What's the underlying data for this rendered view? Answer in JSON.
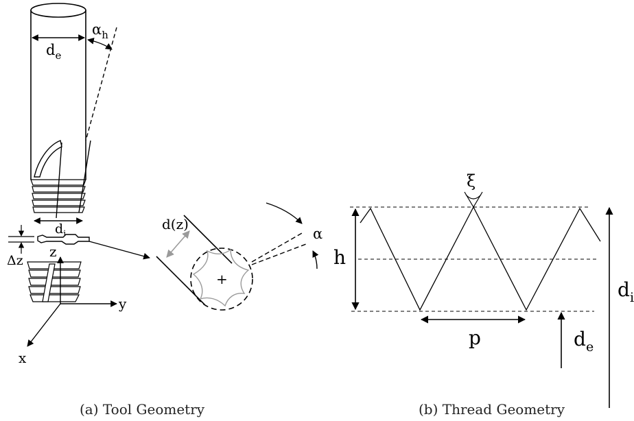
{
  "panels": {
    "a": {
      "caption": "(a) Tool Geometry",
      "labels": {
        "alpha_h": "α",
        "alpha_h_sub": "h",
        "d_e": "d",
        "d_e_sub": "e",
        "d_i": "d",
        "d_i_sub": "i",
        "delta_z": "Δz",
        "axis_z": "z",
        "axis_y": "y",
        "axis_x": "x",
        "d_of_z": "d(z)",
        "alpha": "α",
        "plus": "+"
      }
    },
    "b": {
      "caption": "(b) Thread Geometry",
      "labels": {
        "xi": "ξ",
        "h": "h",
        "p": "p",
        "d_e": "d",
        "d_e_sub": "e",
        "d_i": "d",
        "d_i_sub": "i"
      }
    }
  },
  "colors": {
    "ink": "#000000",
    "gray_arrow": "#9a9a9a",
    "hatch_gray": "#9a9a9a"
  }
}
